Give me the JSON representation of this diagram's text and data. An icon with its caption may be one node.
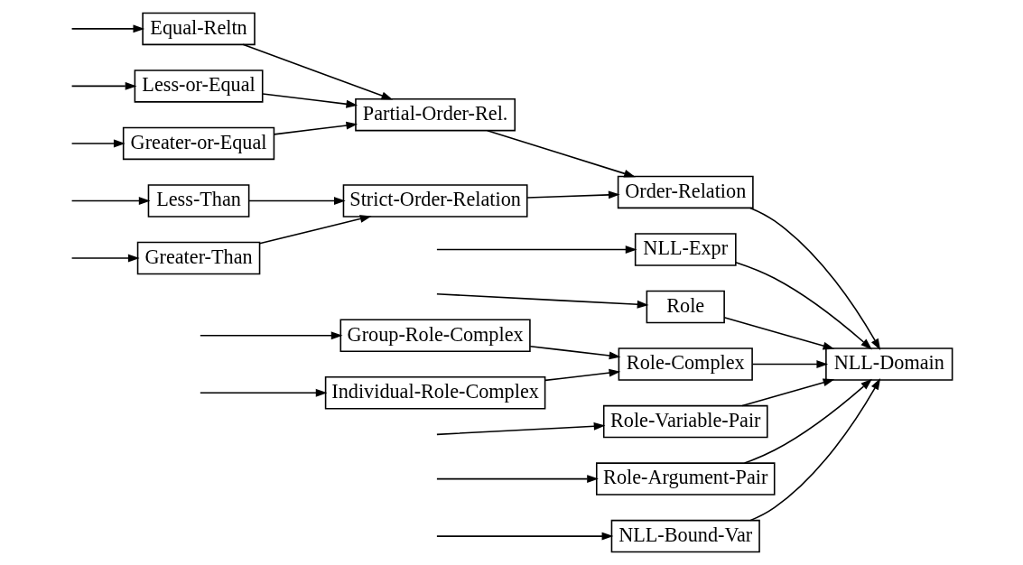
{
  "diagram": {
    "nodes": [
      {
        "text": [
          "NLL-Bound-Var"
        ]
      },
      {
        "text": [
          "Equal-Reltn"
        ]
      },
      {
        "text": [
          "Less-or-Equal"
        ]
      },
      {
        "text": [
          "Greater-or-Equal"
        ]
      },
      {
        "text": [
          "Partial-Order-Rel."
        ]
      },
      {
        "text": [
          "Less-Than"
        ]
      },
      {
        "text": [
          "Greater-Than"
        ]
      },
      {
        "text": [
          "Strict-Order-Relation"
        ]
      },
      {
        "text": [
          "Order-Relation"
        ]
      },
      {
        "text": [
          "NLL-Expr"
        ]
      },
      {
        "text": [
          "Role"
        ]
      },
      {
        "text": [
          "Group-Role-Complex"
        ]
      },
      {
        "text": [
          "Individual-Role-Complex"
        ]
      },
      {
        "text": [
          "Role-Complex"
        ]
      },
      {
        "text": [
          "Role-Variable-Pair"
        ]
      },
      {
        "text": [
          "Role-Argument-Pair"
        ]
      },
      {
        "text": [
          "NLL-Domain"
        ]
      }
    ],
    "edges": [
      {
        "from": null,
        "to": 0,
        "arrow": "to"
      },
      {
        "from": null,
        "to": 1,
        "arrow": "to"
      },
      {
        "from": null,
        "to": 2,
        "arrow": "to"
      },
      {
        "from": null,
        "to": 3,
        "arrow": "to"
      },
      {
        "from": null,
        "to": 5,
        "arrow": "to"
      },
      {
        "from": null,
        "to": 6,
        "arrow": "to"
      },
      {
        "from": null,
        "to": 9,
        "arrow": "to"
      },
      {
        "from": null,
        "to": 10,
        "arrow": "to"
      },
      {
        "from": null,
        "to": 11,
        "arrow": "to"
      },
      {
        "from": null,
        "to": 12,
        "arrow": "to"
      },
      {
        "from": null,
        "to": 14,
        "arrow": "to"
      },
      {
        "from": null,
        "to": 15,
        "arrow": "to"
      },
      {
        "from": 1,
        "to": 4,
        "arrow": "to"
      },
      {
        "from": 2,
        "to": 4,
        "arrow": "to"
      },
      {
        "from": 3,
        "to": 4,
        "arrow": "to"
      },
      {
        "from": 5,
        "to": 7,
        "arrow": "to"
      },
      {
        "from": 6,
        "to": 7,
        "arrow": "to"
      },
      {
        "from": 4,
        "to": 8,
        "arrow": "to"
      },
      {
        "from": 7,
        "to": 8,
        "arrow": "to"
      },
      {
        "from": 11,
        "to": 13,
        "arrow": "to"
      },
      {
        "from": 12,
        "to": 13,
        "arrow": "to"
      },
      {
        "from": 0,
        "to": 16,
        "arrow": "to"
      },
      {
        "from": 8,
        "to": 16,
        "arrow": "to"
      },
      {
        "from": 9,
        "to": 16,
        "arrow": "to"
      },
      {
        "from": 10,
        "to": 16,
        "arrow": "to"
      },
      {
        "from": 13,
        "to": 16,
        "arrow": "to"
      },
      {
        "from": 14,
        "to": 16,
        "arrow": "to"
      },
      {
        "from": 15,
        "to": 16,
        "arrow": "to"
      }
    ]
  }
}
